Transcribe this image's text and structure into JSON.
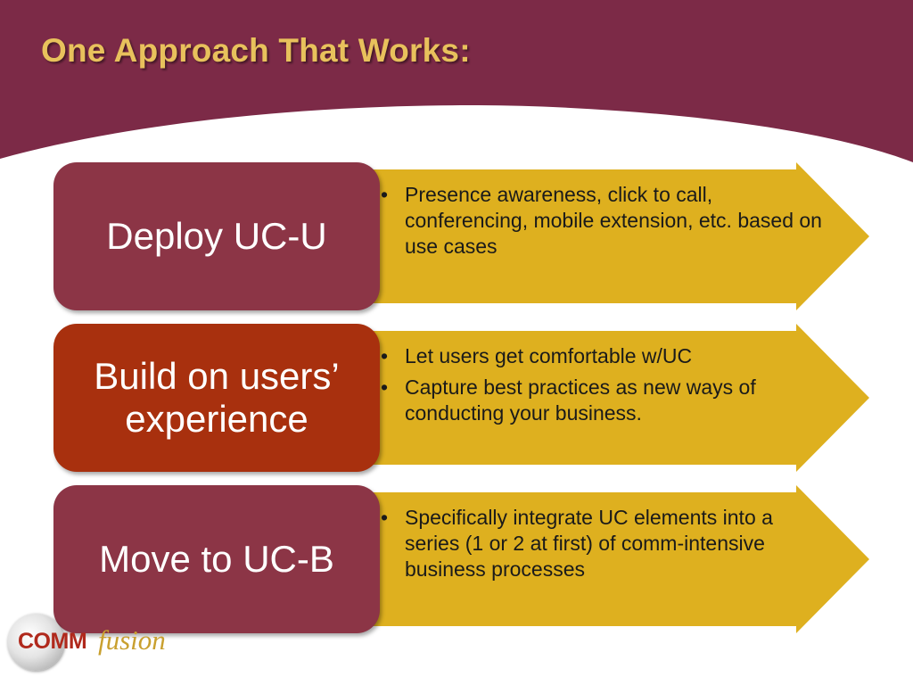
{
  "slide": {
    "title": "One Approach That Works:",
    "colors": {
      "background": "#7c2a47",
      "panel": "#ffffff",
      "title": "#e8c15c",
      "arrow": "#deb01f",
      "box_primary": "#8c3546",
      "box_highlight": "#a8300e",
      "text_dark": "#1a1a1a",
      "logo_comm": "#b0291c",
      "logo_fusion": "#c9a02f"
    },
    "steps": [
      {
        "label": "Deploy UC-U",
        "box_color": "#8c3546",
        "bullets": [
          "Presence awareness, click to call, conferencing, mobile extension, etc. based on use cases"
        ]
      },
      {
        "label": "Build on users’\nexperience",
        "box_color": "#a8300e",
        "bullets": [
          "Let users get comfortable w/UC",
          "Capture best practices as new ways of conducting your business."
        ]
      },
      {
        "label": "Move to UC-B",
        "box_color": "#8c3546",
        "bullets": [
          "Specifically integrate UC elements into a series (1 or 2 at first) of comm-intensive business processes"
        ]
      }
    ],
    "bullet_glyph": "•",
    "logo": {
      "comm": "COMM",
      "fusion": "fusion"
    }
  }
}
